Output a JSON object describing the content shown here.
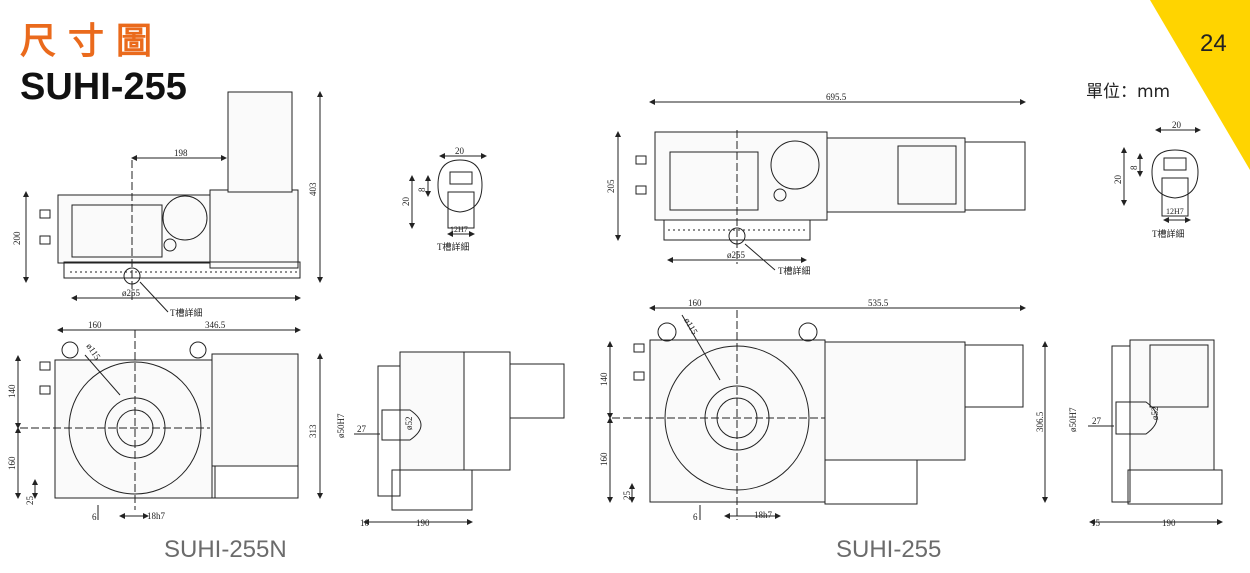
{
  "header": {
    "section_title": "尺寸圖",
    "model": "SUHI-255",
    "unit": "單位：mm",
    "page_number": "24",
    "accent_color": "#ea6a1c",
    "corner_color": "#ffd400"
  },
  "views": {
    "left": {
      "caption": "SUHI-255N",
      "dim_198": "198",
      "dim_200": "200",
      "dim_403": "403",
      "dim_phi255": "ø255",
      "t_slot": "T槽詳細",
      "dim_160_top": "160",
      "dim_346_5": "346.5",
      "dim_140": "140",
      "dim_160_side": "160",
      "dim_25": "25",
      "dim_6": "6",
      "dim_18h7": "18h7",
      "dim_313": "313",
      "dim_phi115": "ø115",
      "dim_10": "10",
      "dim_190": "190",
      "dim_27": "27",
      "dim_phi52": "ø52",
      "dim_phi50h7": "ø50H7"
    },
    "right": {
      "caption": "SUHI-255",
      "dim_695_5": "695.5",
      "dim_205": "205",
      "dim_phi255": "ø255",
      "t_slot": "T槽詳細",
      "dim_160_top": "160",
      "dim_535_5": "535.5",
      "dim_140": "140",
      "dim_160_side": "160",
      "dim_25": "25",
      "dim_6": "6",
      "dim_18h7": "18h7",
      "dim_306_5": "306.5",
      "dim_phi115": "ø115",
      "dim_15": "15",
      "dim_190": "190",
      "dim_27": "27",
      "dim_phi52": "ø52",
      "dim_phi50h7": "ø50H7"
    },
    "tslot_left": {
      "dim_20_top": "20",
      "dim_20_side": "20",
      "dim_8": "8",
      "dim_12h7": "12H7",
      "label": "T槽詳細"
    },
    "tslot_right": {
      "dim_20_top": "20",
      "dim_20_side": "20",
      "dim_8": "8",
      "dim_12h7": "12H7",
      "label": "T槽詳細"
    }
  }
}
